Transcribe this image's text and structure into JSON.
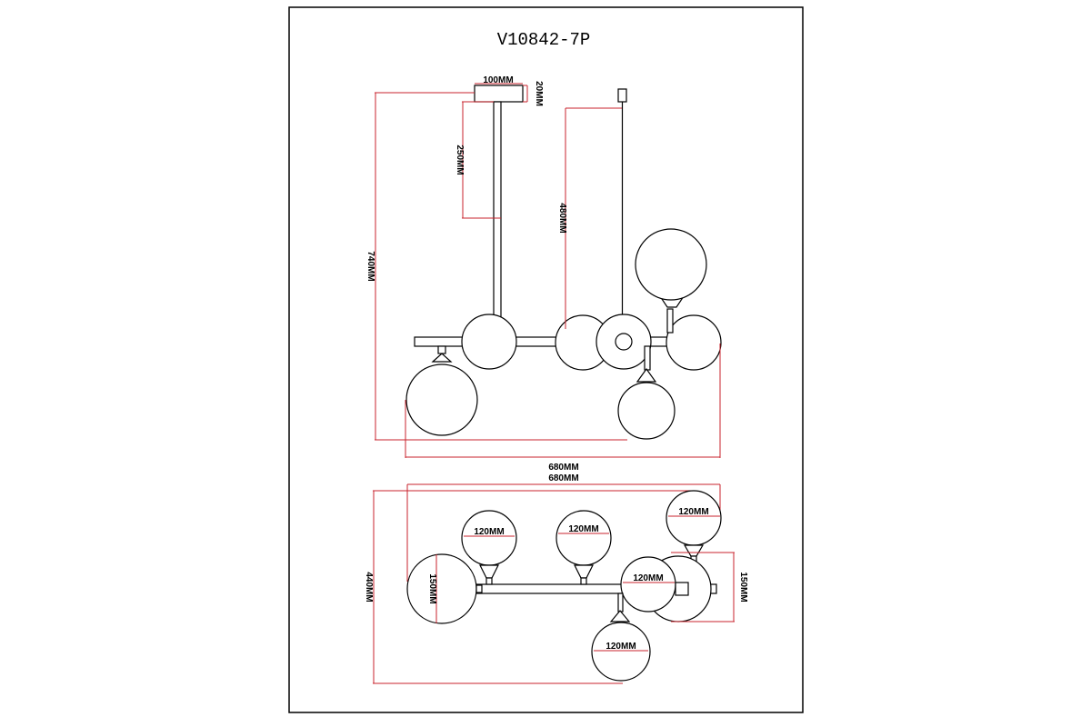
{
  "drawing": {
    "model": "V10842-7P"
  },
  "side_view": {
    "canopy_width": "100MM",
    "canopy_height": "20MM",
    "rod_length": "250MM",
    "cable_length": "480MM",
    "total_height": "740MM",
    "total_width": "680MM"
  },
  "top_view": {
    "total_width": "680MM",
    "total_depth": "440MM",
    "globe_left": "150MM",
    "globe_right": "150MM",
    "globe_a": "120MM",
    "globe_b": "120MM",
    "globe_c": "120MM",
    "globe_d": "120MM",
    "globe_e": "120MM"
  }
}
